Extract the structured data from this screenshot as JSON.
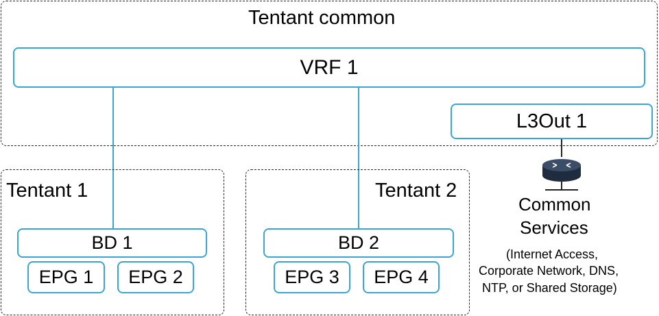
{
  "tenant_common": {
    "label": "Tentant common"
  },
  "vrf": {
    "label": "VRF 1"
  },
  "l3out": {
    "label": "L3Out 1"
  },
  "tenant1": {
    "label": "Tentant 1",
    "bd": "BD 1",
    "epgs": [
      "EPG 1",
      "EPG 2"
    ]
  },
  "tenant2": {
    "label": "Tentant 2",
    "bd": "BD 2",
    "epgs": [
      "EPG 3",
      "EPG 4"
    ]
  },
  "services": {
    "title_line1": "Common",
    "title_line2": "Services",
    "detail_line1": "(Internet Access,",
    "detail_line2": "Corporate Network, DNS,",
    "detail_line3": "NTP, or Shared Storage)",
    "icon": "router-icon"
  },
  "colors": {
    "accent": "#3aa4d4",
    "router": "#2f3f57"
  }
}
